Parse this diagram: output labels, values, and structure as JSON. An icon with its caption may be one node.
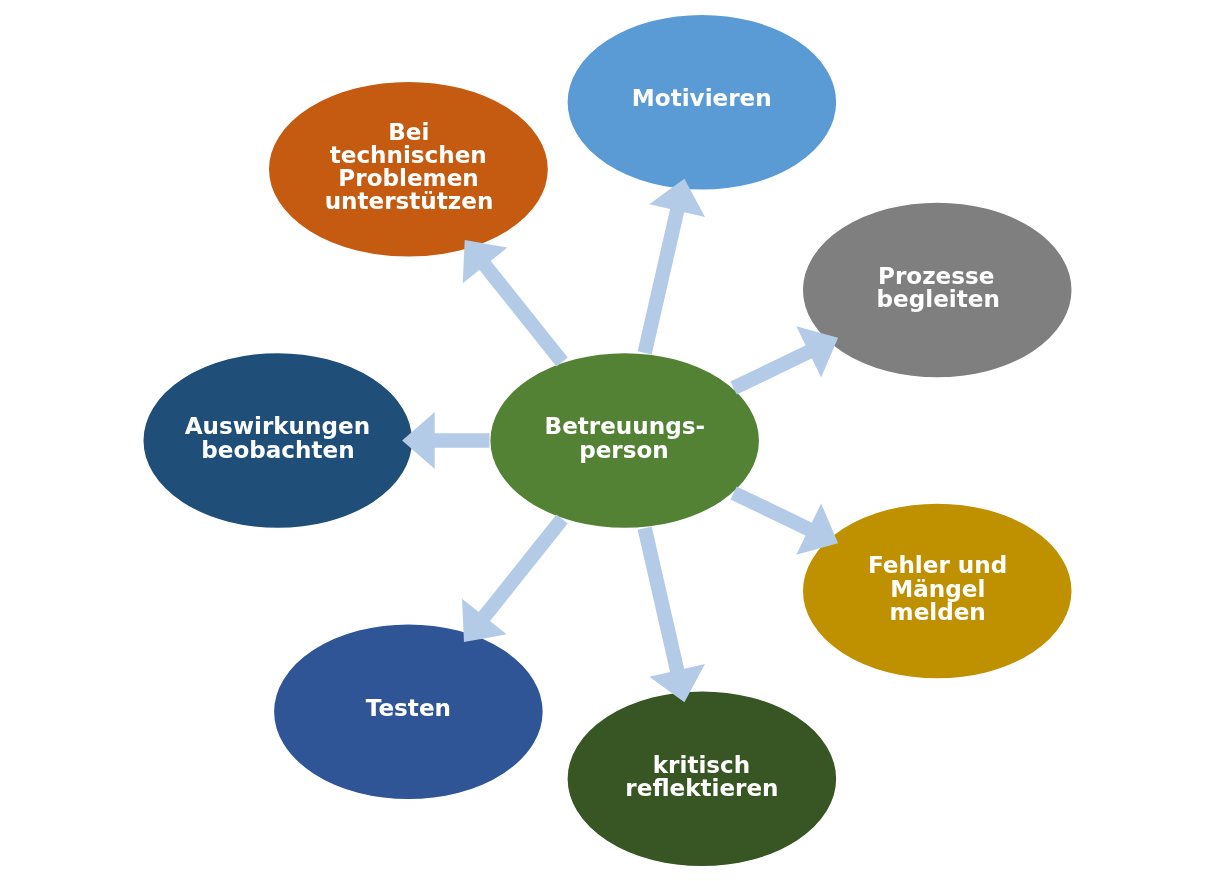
{
  "diagram": {
    "nodes": [
      {
        "text": [
          "Betreuungs- person"
        ]
      },
      {
        "text": [
          "Prozesse begleiten"
        ]
      },
      {
        "text": [
          "Motivieren"
        ]
      },
      {
        "text": [
          "Bei technischen Problemen unterstützen"
        ]
      },
      {
        "text": [
          "Auswirkungen beobachten"
        ]
      },
      {
        "text": [
          "Testen"
        ]
      },
      {
        "text": [
          "kritisch reflektieren"
        ]
      },
      {
        "text": [
          "Fehler und Mängel melden"
        ]
      }
    ],
    "edges": [
      {
        "from": 0,
        "to": 1,
        "arrow": "to"
      },
      {
        "from": 0,
        "to": 2,
        "arrow": "to"
      },
      {
        "from": 0,
        "to": 3,
        "arrow": "to"
      },
      {
        "from": 0,
        "to": 5,
        "arrow": "to"
      },
      {
        "from": 0,
        "to": 7,
        "arrow": "to"
      },
      {
        "from": 0,
        "to": 6,
        "arrow": "to"
      },
      {
        "from": 0,
        "to": 4,
        "arrow": "to"
      }
    ]
  }
}
